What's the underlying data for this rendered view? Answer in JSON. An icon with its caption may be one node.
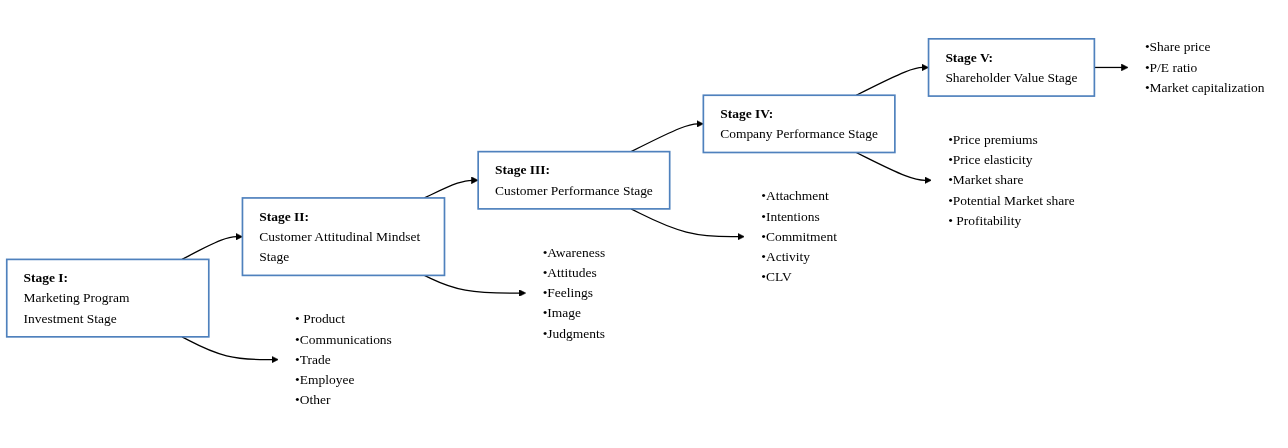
{
  "diagram": {
    "nodes": [
      {
        "text": [
          "Stage I:",
          "Marketing Program Investment Stage"
        ]
      },
      {
        "text": [
          "Stage II:",
          "Customer Attitudinal Mindset Stage"
        ]
      },
      {
        "text": [
          "Stage III:",
          "Customer Performance Stage"
        ]
      },
      {
        "text": [
          "Stage IV:",
          "Company Performance Stage"
        ]
      },
      {
        "text": [
          "Stage V:",
          "Shareholder Value Stage"
        ]
      },
      {
        "text": [
          "• Product",
          "•Communications",
          "•Trade",
          "•Employee",
          "•Other"
        ]
      },
      {
        "text": [
          "•Awareness",
          "•Attitudes",
          "•Feelings",
          "•Image",
          "•Judgments"
        ]
      },
      {
        "text": [
          "•Attachment",
          "•Intentions",
          "•Commitment",
          "•Activity",
          "•CLV"
        ]
      },
      {
        "text": [
          "•Price premiums",
          "•Price elasticity",
          "•Market share",
          "•Potential Market share",
          "• Profitability"
        ]
      },
      {
        "text": [
          "•Share price",
          "•P/E ratio",
          "•Market capitalization"
        ]
      }
    ],
    "edges": [
      {
        "from": 0,
        "to": 1,
        "arrow": "to"
      },
      {
        "from": 1,
        "to": 2,
        "arrow": "to"
      },
      {
        "from": 2,
        "to": 3,
        "arrow": "to"
      },
      {
        "from": 3,
        "to": 4,
        "arrow": "to"
      },
      {
        "from": 0,
        "to": 5,
        "arrow": "to"
      },
      {
        "from": 1,
        "to": 6,
        "arrow": "to"
      },
      {
        "from": 2,
        "to": 7,
        "arrow": "to"
      },
      {
        "from": 3,
        "to": 8,
        "arrow": "to"
      },
      {
        "from": 4,
        "to": 9,
        "arrow": "to"
      }
    ]
  }
}
